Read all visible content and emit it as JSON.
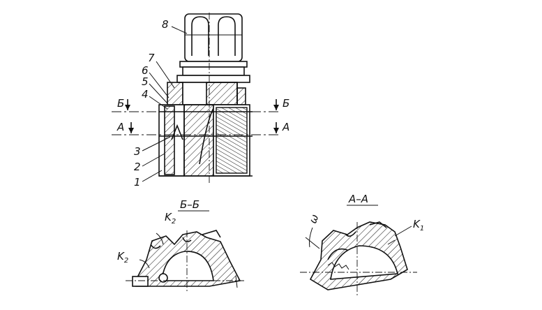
{
  "figure": {
    "callouts": [
      "1",
      "2",
      "3",
      "4",
      "5",
      "6",
      "7",
      "8"
    ],
    "section_marks": {
      "b": "Б",
      "a": "А"
    },
    "views": {
      "bb": {
        "title": "Б–Б",
        "angle_k": "K",
        "angle_k_sub": "2"
      },
      "aa": {
        "title": "А–А",
        "angle_k": "K",
        "angle_k_sub": "1",
        "angle_omega": "ω"
      }
    }
  }
}
